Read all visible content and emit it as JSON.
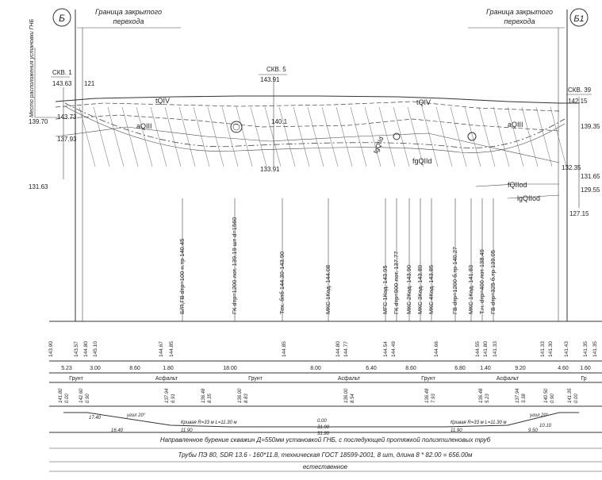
{
  "axes": {
    "left": {
      "mark": "Б",
      "header": "Граница закрытого",
      "header2": "перехода"
    },
    "right": {
      "mark": "Б1",
      "header": "Граница закрытого",
      "header2": "перехода"
    }
  },
  "side_label": "Место расположения установки ГНБ",
  "boreholes": [
    {
      "id": "СКВ. 1",
      "elev": "143.63"
    },
    {
      "id": "СКВ. 5",
      "elev": "143.91"
    },
    {
      "id": "СКВ. 39",
      "elev": "142.15"
    }
  ],
  "left_marks": {
    "entry": "139.70",
    "e2": "143.73",
    "e3": "137.93",
    "bottom": "131.63",
    "top_right": "121"
  },
  "mid_marks": {
    "m1": "140.1",
    "bottom": "133.91"
  },
  "right_marks": {
    "r1": "139.35",
    "r2": "132.35",
    "r3": "131.65",
    "r4": "129.55",
    "bottom": "127.15"
  },
  "layers": {
    "l1": "tQIV",
    "l2": "aQIII",
    "l3": "tQIV",
    "l4": "aQIII",
    "l5": "fgQIId",
    "l6": "fgQIId",
    "l7": "fQIIod",
    "l8": "lgQIIod"
  },
  "utilities": [
    "Б/Я,ГВ dтр=100 н.тр 140.45",
    "ГК dтр=1200 лот. 139.19 шт d=1560",
    "Тех. бпб 144.30-143.90",
    "МКС 1Код. 144.08",
    "МГС 1Код. 143.95",
    "ГК dтр=900 лот. 137.77",
    "МКС 2Код. 143.90",
    "МКС 3Код. 143.89",
    "МКС 4Код. 143.85",
    "ГВ dтр=1200 б.тр 140.27",
    "МКС 1Код. 141.83",
    "Т.н. dтр=400 лот 138.49",
    "ГВ dтр=325 б.тр 139.05"
  ],
  "ground_elev": [
    "143.90",
    "143.57",
    "144.80",
    "145.10",
    "144.67",
    "144.85",
    "144.85",
    "144.80",
    "144.77",
    "144.54",
    "144.49",
    "144.66",
    "144.55",
    "141.80",
    "141.33",
    "141.33",
    "141.30",
    "141.43",
    "141.35",
    "141.35"
  ],
  "distances": [
    "5.23",
    "3.00",
    "8.60",
    "1.80",
    "18.00",
    "8.00",
    "6.40",
    "8.60",
    "6.80",
    "1.40",
    "9.20",
    "4.60",
    "1.60"
  ],
  "surface": [
    "Грунт",
    "Асфальт",
    "Грунт",
    "Асфальт",
    "Грунт",
    "Асфальт",
    "Гр"
  ],
  "bore_elev": [
    "141.80",
    "0.00",
    "142.60",
    "0.90",
    "137.94",
    "6.91",
    "136.48",
    "8.35",
    "136.00",
    "8.83",
    "136.00",
    "8.54",
    "136.48",
    "7.93",
    "136.48",
    "5.23",
    "137.94",
    "3.38",
    "140.50",
    "0.90",
    "141.35",
    "0.00"
  ],
  "profile": {
    "angle_left": "угол 20°",
    "angle_right": "угол 20°",
    "curve_left": "Кривая R=33 м  L=11.30 м",
    "curve_right": "Кривая R=33 м  L=11.30 м",
    "len_a": "17.40",
    "len_b": "16.40",
    "len_c": "11.90",
    "len_d": "0.00",
    "len_e": "31.90",
    "len_f": "31.90",
    "len_g": "11.90",
    "len_h": "9.50",
    "len_i": "10.10"
  },
  "notes": {
    "line1": "Направленное бурение скважин Д=550мм установкой ГНБ, с последующей протяжкой полиэтиленовых труб",
    "line2": "Трубы ПЭ 80, SDR 13.6 - 160*11.8, техническая ГОСТ 18599-2001, 8 шт, длина 8 * 82.00 = 656.00м",
    "line3": "естественное"
  }
}
